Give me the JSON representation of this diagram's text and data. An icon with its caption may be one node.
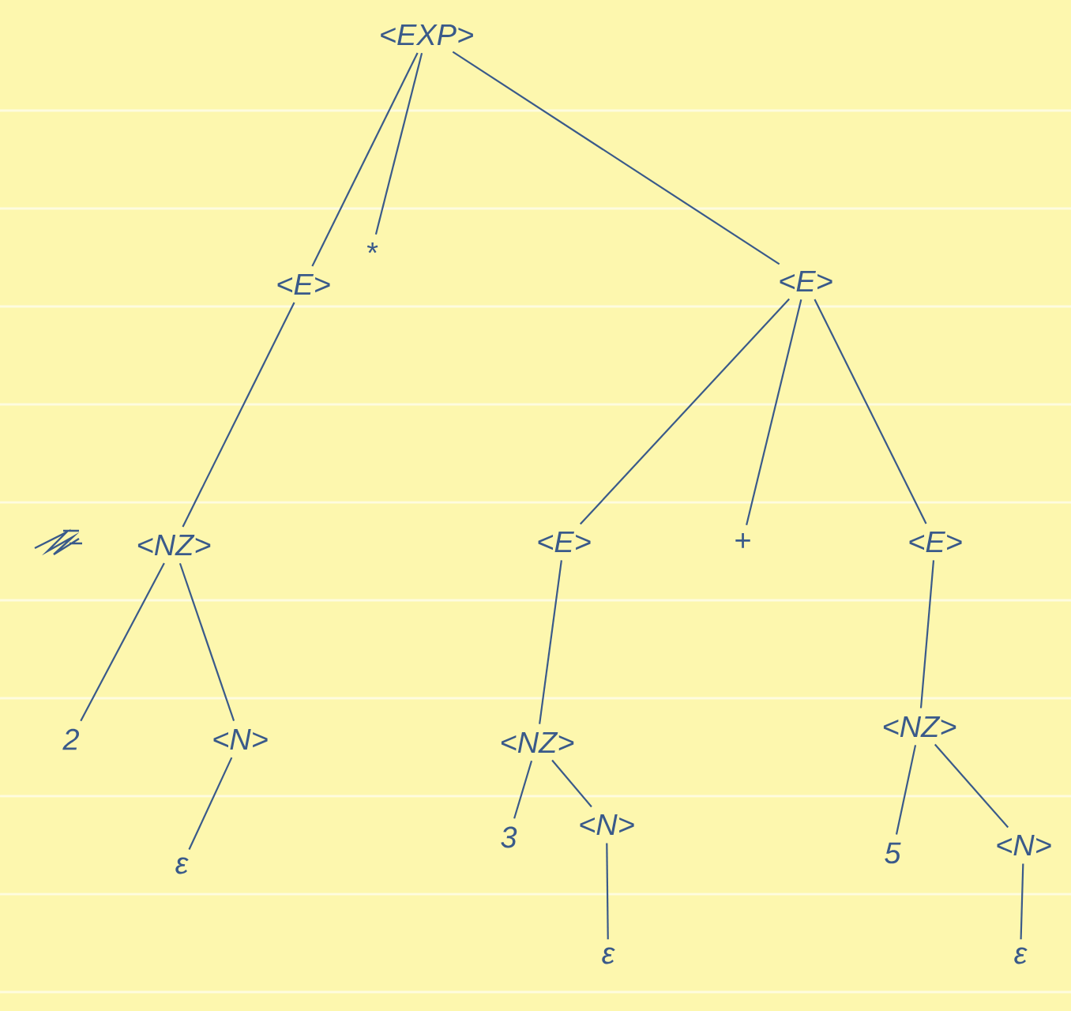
{
  "diagram": {
    "nodes": [
      {
        "text": [
          "<EXP>"
        ]
      },
      {
        "text": [
          "<E>"
        ]
      },
      {
        "text": [
          "*"
        ]
      },
      {
        "text": [
          "<E>"
        ]
      },
      {
        "text": [
          "<NZ>"
        ]
      },
      {
        "text": [
          "<E>"
        ]
      },
      {
        "text": [
          "+"
        ]
      },
      {
        "text": [
          "<E>"
        ]
      },
      {
        "text": [
          "2"
        ]
      },
      {
        "text": [
          "<N>"
        ]
      },
      {
        "text": [
          "ε"
        ]
      },
      {
        "text": [
          "<NZ>"
        ]
      },
      {
        "text": [
          "3"
        ]
      },
      {
        "text": [
          "<N>"
        ]
      },
      {
        "text": [
          "ε"
        ]
      },
      {
        "text": [
          "<NZ>"
        ]
      },
      {
        "text": [
          "5"
        ]
      },
      {
        "text": [
          "<N>"
        ]
      },
      {
        "text": [
          "ε"
        ]
      }
    ],
    "edges": [
      {
        "from": 0,
        "to": 1,
        "arrow": "none"
      },
      {
        "from": 0,
        "to": 2,
        "arrow": "none"
      },
      {
        "from": 0,
        "to": 3,
        "arrow": "none"
      },
      {
        "from": 1,
        "to": 4,
        "arrow": "none"
      },
      {
        "from": 3,
        "to": 5,
        "arrow": "none"
      },
      {
        "from": 3,
        "to": 6,
        "arrow": "none"
      },
      {
        "from": 3,
        "to": 7,
        "arrow": "none"
      },
      {
        "from": 4,
        "to": 8,
        "arrow": "none"
      },
      {
        "from": 4,
        "to": 9,
        "arrow": "none"
      },
      {
        "from": 9,
        "to": 10,
        "arrow": "none"
      },
      {
        "from": 5,
        "to": 11,
        "arrow": "none"
      },
      {
        "from": 11,
        "to": 12,
        "arrow": "none"
      },
      {
        "from": 11,
        "to": 13,
        "arrow": "none"
      },
      {
        "from": 13,
        "to": 14,
        "arrow": "none"
      },
      {
        "from": 7,
        "to": 15,
        "arrow": "none"
      },
      {
        "from": 15,
        "to": 16,
        "arrow": "none"
      },
      {
        "from": 15,
        "to": 17,
        "arrow": "none"
      },
      {
        "from": 17,
        "to": 18,
        "arrow": "none"
      }
    ]
  }
}
